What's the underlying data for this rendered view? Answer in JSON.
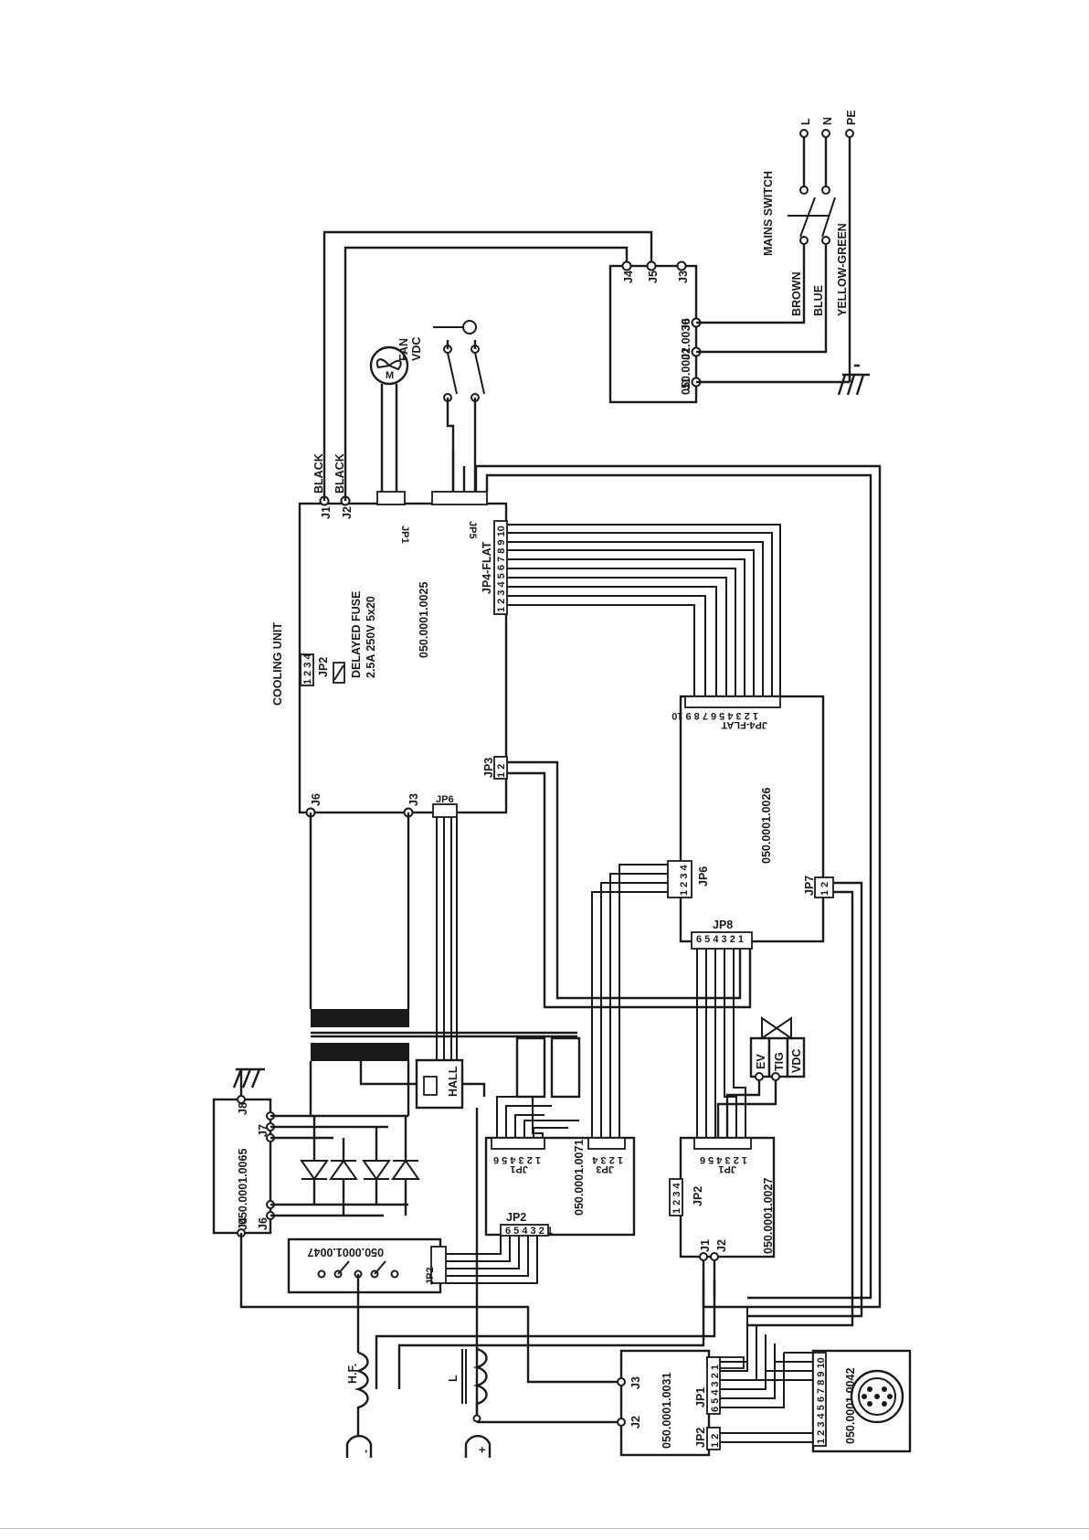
{
  "boards": {
    "b0025": "050.0001.0025",
    "b0026": "050.0001.0026",
    "b0030": "050.0001.0030",
    "b0065": "050.0001.0065",
    "b0071": "050.0001.0071",
    "b0027": "050.0001.0027",
    "b0047": "050.0001.0047",
    "b0031": "050.0001.0031",
    "b0042": "050.0001.0042"
  },
  "labels": {
    "cooling_unit": "COOLING UNIT",
    "delayed_fuse": "DELAYED FUSE",
    "fuse_rating": "2.5A 250V 5x20",
    "fan": "FAN",
    "vdc": "VDC",
    "motor": "M",
    "black": "BLACK",
    "mains_switch": "MAINS SWITCH",
    "brown": "BROWN",
    "blue": "BLUE",
    "yellow_green": "YELLOW-GREEN",
    "L": "L",
    "N": "N",
    "PE": "PE",
    "hall": "HALL",
    "hf": "H.F.",
    "inductor_L": "L",
    "ev": "EV",
    "tig": "TIG",
    "vdc_valve": "VDC",
    "minus": "-",
    "plus": "+"
  },
  "connectors": {
    "J1": "J1",
    "J2": "J2",
    "J3": "J3",
    "J4": "J4",
    "J5": "J5",
    "J6": "J6",
    "J7": "J7",
    "J8": "J8",
    "JP1": "JP1",
    "JP2": "JP2",
    "JP3": "JP3",
    "JP5": "JP5",
    "JP6": "JP6",
    "JP7": "JP7",
    "JP8": "JP8",
    "JP4_FLAT": "JP4-FLAT",
    "pins_2": "1 2",
    "pins_4": "1 2 3 4",
    "pins_6": "6 5 4 3 2 1",
    "pins_6b": "1 2 3 4 5 6",
    "pins_10": "1 2 3 4 5 6 7 8 9 10",
    "pins_4321": "4321"
  }
}
